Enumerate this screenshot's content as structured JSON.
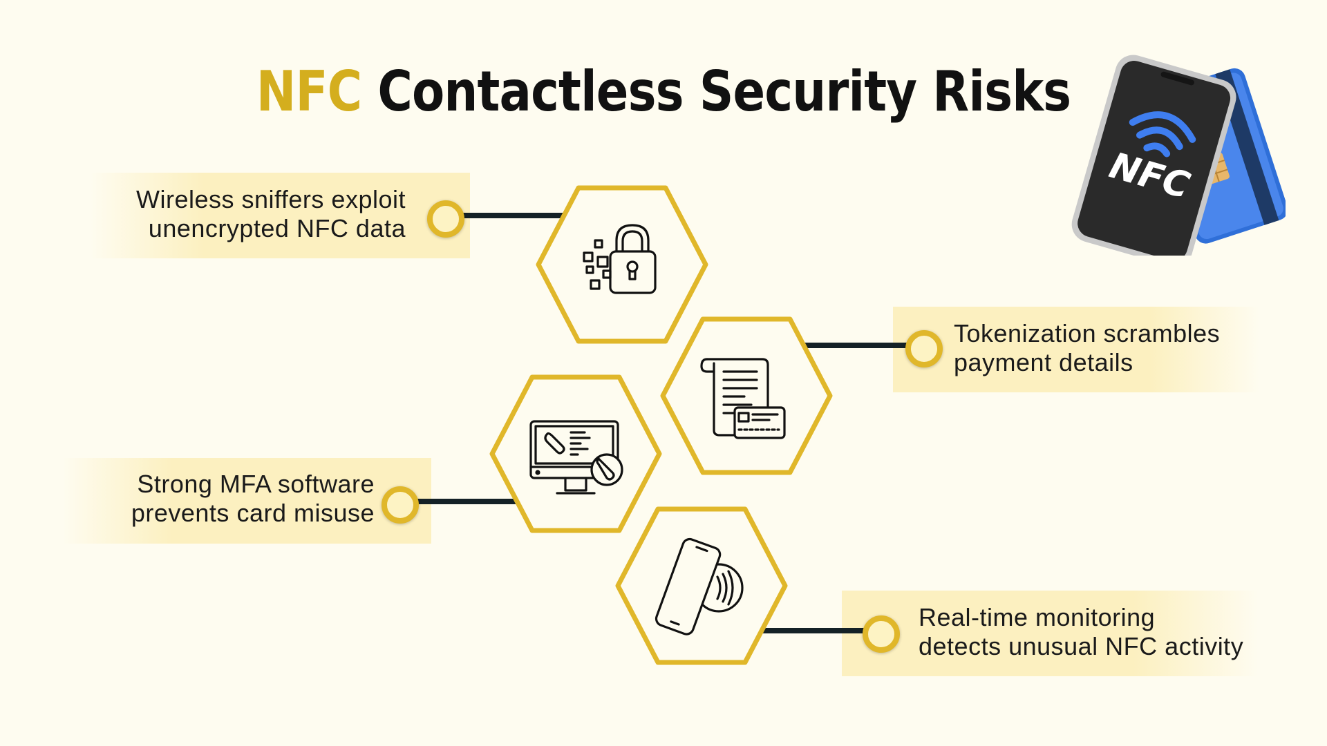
{
  "title": {
    "accent": "NFC",
    "rest": "Contactless Security Risks"
  },
  "phone_badge": "NFC",
  "items": [
    {
      "icon": "padlock-pixel-icon",
      "text_line1": "Wireless sniffers exploit",
      "text_line2": "unencrypted NFC data"
    },
    {
      "icon": "receipt-card-icon",
      "text_line1": "Tokenization scrambles",
      "text_line2": "payment details"
    },
    {
      "icon": "monitor-tools-icon",
      "text_line1": "Strong MFA software",
      "text_line2": "prevents card misuse"
    },
    {
      "icon": "phone-contactless-icon",
      "text_line1": "Real-time monitoring",
      "text_line2": "detects unusual NFC activity"
    }
  ],
  "colors": {
    "background": "#fefcf0",
    "accent": "#d4ae1e",
    "hex_stroke": "#e0b72a",
    "connector": "#142126",
    "label_bg": "#fcf0c0"
  }
}
